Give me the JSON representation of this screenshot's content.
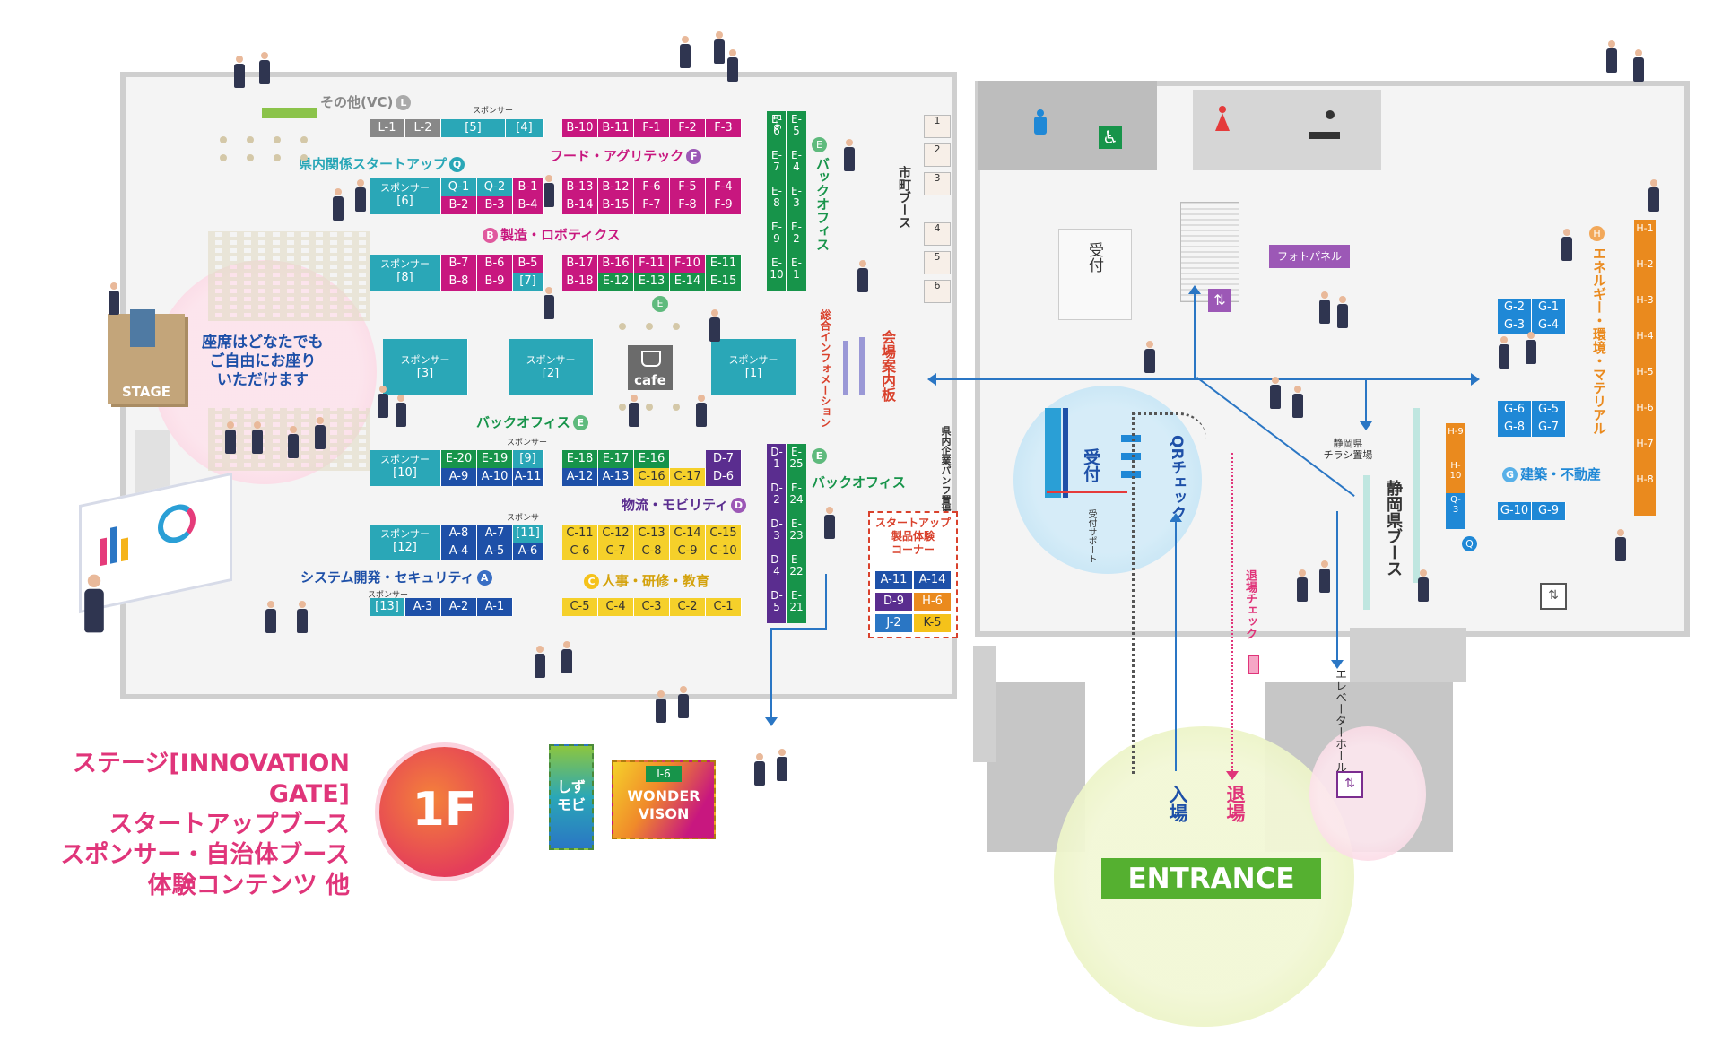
{
  "floor_label": "1F",
  "left_desc": [
    "ステージ[INNOVATION GATE]",
    "スタートアップブース",
    "スポンサー・自治体ブース",
    "体験コンテンツ 他"
  ],
  "entrance": "ENTRANCE",
  "stage": "STAGE",
  "seating": [
    "座席はどなたでも",
    "ご自由にお座り",
    "いただけます"
  ],
  "cafe": "cafe",
  "wonder": {
    "code": "I-6",
    "name": [
      "WONDER",
      "VISON"
    ]
  },
  "shizumobi": [
    "しず",
    "モビ"
  ],
  "colors": {
    "B": "#c8177f",
    "F": "#c8177f",
    "E": "#17944a",
    "A": "#1e50a8",
    "Q": "#2aa7b7",
    "C": "#f5d02a",
    "D": "#5a2d8f",
    "G": "#1f88d6",
    "H": "#ea8a1e",
    "L": "#888888",
    "sponsor": "#2aa7b7",
    "pink": "#e0357a",
    "blue": "#2a76c4"
  },
  "categories": {
    "L": "その他(VC)",
    "Q": "県内関係スタートアップ",
    "F": "フード・アグリテック",
    "B": "製造・ロボティクス",
    "E1": "バックオフィス",
    "E2": "バックオフィス",
    "E3": "バックオフィス",
    "D": "物流・モビリティ",
    "C": "人事・研修・教育",
    "A": "システム開発・セキュリティ",
    "G": "建築・不動産",
    "H": "エネルギー・環境・マテリアル",
    "Ev": "バックオフィス"
  },
  "letters": {
    "L": "L",
    "Q": "Q",
    "F": "F",
    "B": "B",
    "E": "E",
    "D": "D",
    "C": "C",
    "A": "A",
    "G": "G",
    "H": "H"
  },
  "sponsor_label": "スポンサー",
  "sponsors": [
    "[5]",
    "[4]",
    "[6]",
    "[7]",
    "[8]",
    "[3]",
    "[2]",
    "[1]",
    "[9]",
    "[10]",
    "[11]",
    "[12]",
    "[13]"
  ],
  "rows": {
    "r0_gray": [
      "L-1",
      "L-2"
    ],
    "r0_bf": [
      "B-10",
      "B-11",
      "F-1",
      "F-2",
      "F-3"
    ],
    "r1q": [
      "Q-1",
      "Q-2",
      "B-1"
    ],
    "r2q": [
      "B-2",
      "B-3",
      "B-4"
    ],
    "r1b": [
      "B-13",
      "B-12",
      "F-6",
      "F-5",
      "F-4"
    ],
    "r2b": [
      "B-14",
      "B-15",
      "F-7",
      "F-8",
      "F-9"
    ],
    "r3a": [
      "B-7",
      "B-6",
      "B-5"
    ],
    "r4a": [
      "B-8",
      "B-9"
    ],
    "r3b": [
      "B-17",
      "B-16",
      "F-11",
      "F-10",
      "E-11"
    ],
    "r4b": [
      "B-18",
      "E-12",
      "E-13",
      "E-14",
      "E-15"
    ],
    "r5a": [
      "E-20",
      "E-19"
    ],
    "r6a": [
      "A-9",
      "A-10",
      "A-11"
    ],
    "r5b": [
      "E-18",
      "E-17",
      "E-16"
    ],
    "r5c": [
      "D-7"
    ],
    "r6b": [
      "A-12",
      "A-13",
      "C-16",
      "C-17",
      "D-6"
    ],
    "r7a": [
      "A-8",
      "A-7"
    ],
    "r8a": [
      "A-4",
      "A-5",
      "A-6"
    ],
    "r7b": [
      "C-11",
      "C-12",
      "C-13",
      "C-14",
      "C-15"
    ],
    "r8b": [
      "C-6",
      "C-7",
      "C-8",
      "C-9",
      "C-10"
    ],
    "r9a": [
      "A-3",
      "A-2",
      "A-1"
    ],
    "r9b": [
      "C-5",
      "C-4",
      "C-3",
      "C-2",
      "C-1"
    ],
    "evert1": [
      "E-6",
      "E-7",
      "E-8",
      "E-9",
      "E-10"
    ],
    "evert2": [
      "E-5",
      "E-4",
      "E-3",
      "E-2",
      "E-1"
    ],
    "dvert": [
      "D-1",
      "D-2",
      "D-3",
      "D-4",
      "D-5"
    ],
    "evert3": [
      "E-25",
      "E-24",
      "E-23",
      "E-22",
      "E-21"
    ],
    "gA": [
      "G-2",
      "G-1"
    ],
    "gB": [
      "G-3",
      "G-4"
    ],
    "gC": [
      "G-6",
      "G-5"
    ],
    "gD": [
      "G-8",
      "G-7"
    ],
    "gE": [
      "G-10",
      "G-9"
    ],
    "hvert": [
      "H-1",
      "H-2",
      "H-3",
      "H-4",
      "H-5",
      "H-6",
      "H-7",
      "H-8"
    ],
    "hv2": [
      "H-9",
      "H-10",
      "Q-3"
    ],
    "experience": [
      "A-11",
      "A-14",
      "D-9",
      "H-6",
      "J-2",
      "K-5"
    ]
  },
  "experience_title": [
    "スタートアップ",
    "製品体験",
    "コーナー"
  ],
  "labels": {
    "city_booth": "市町ブース",
    "info": "総合インフォメーション",
    "guide": "会場案内板",
    "pref_pamph": "県内企業パンフ置場",
    "reception": "受付",
    "reception2": "受付",
    "reception_support": "受付サポート",
    "qr": "QRチェック",
    "photo": "フォトパネル",
    "pref_flyer": [
      "静岡県",
      "チラシ置場"
    ],
    "pref_booth": "静岡県ブース",
    "exit_check": "退場チェック",
    "elevator_hall": "エレベーターホール",
    "enter": "入場",
    "exit": "退場"
  },
  "city_nums": [
    "1",
    "2",
    "3",
    "4",
    "5",
    "6"
  ]
}
